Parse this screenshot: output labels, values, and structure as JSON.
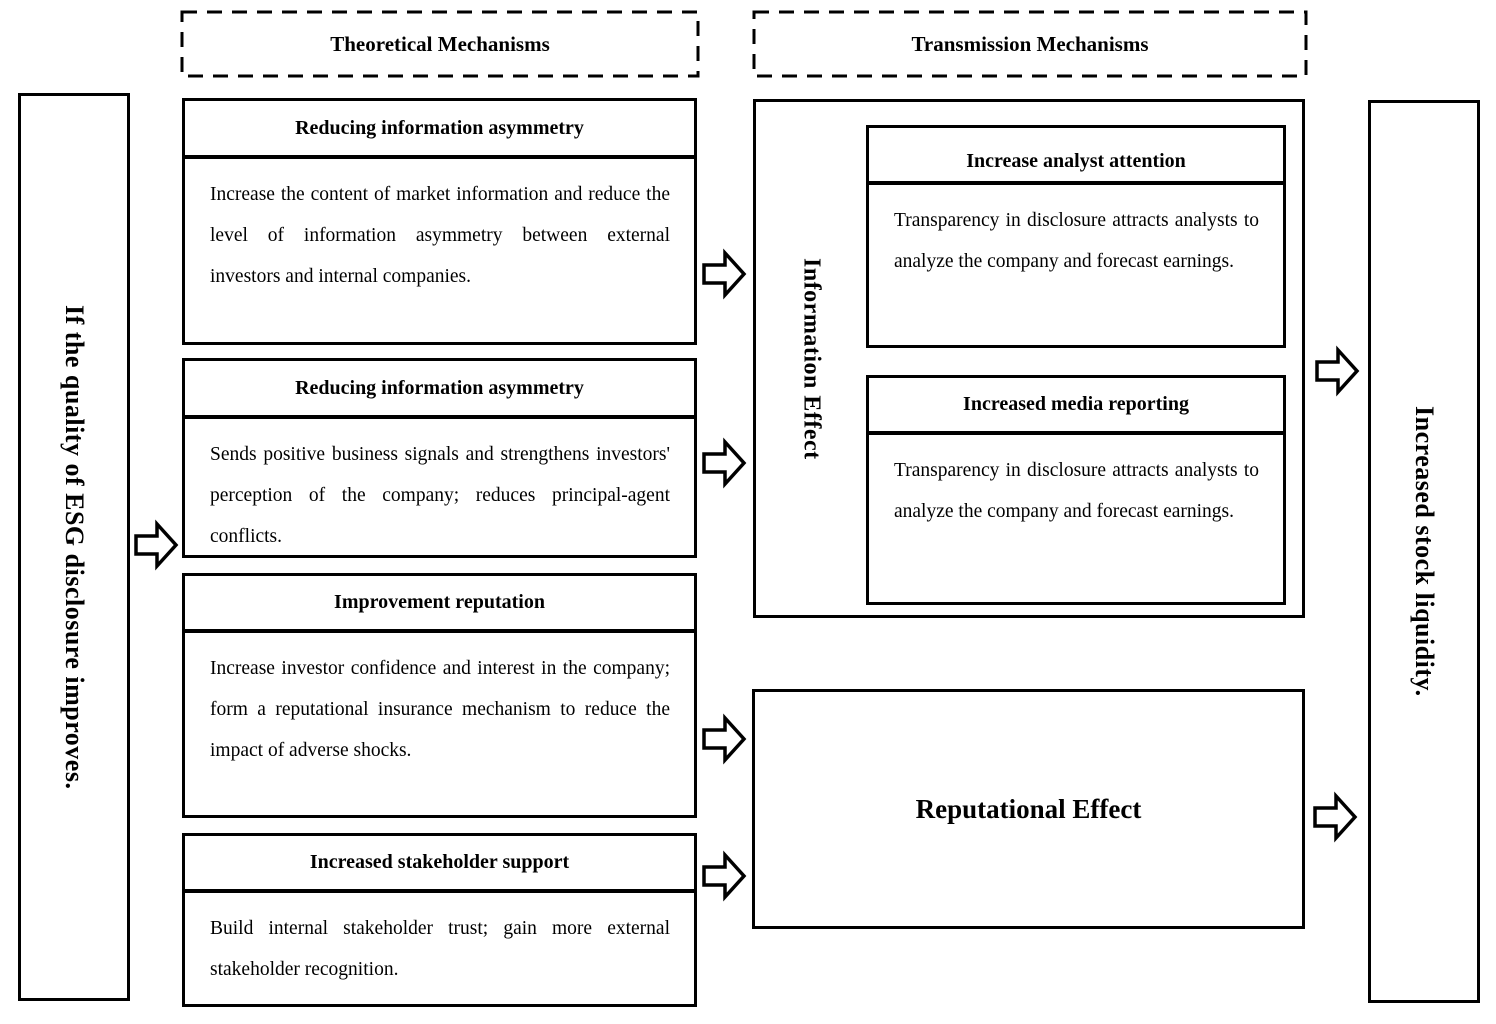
{
  "diagram": {
    "antecedent": {
      "label": "If the quality of ESG disclosure improves."
    },
    "outcome": {
      "label": "Increased stock liquidity."
    },
    "headers": {
      "theoretical": {
        "label": "Theoretical Mechanisms"
      },
      "transmission": {
        "label": "Transmission Mechanisms"
      }
    },
    "theoretical_boxes": [
      {
        "title": "Reducing information asymmetry",
        "body": "Increase the content of market information and reduce the level of information asymmetry between external investors and internal companies."
      },
      {
        "title": "Reducing information asymmetry",
        "body": "Sends positive business signals and strengthens investors' perception of the company; reduces principal-agent conflicts."
      },
      {
        "title": "Improvement reputation",
        "body": "Increase investor confidence and interest in the company; form a reputational insurance mechanism to reduce the impact of adverse shocks."
      },
      {
        "title": "Increased stakeholder support",
        "body": "Build internal stakeholder trust; gain more external stakeholder recognition."
      }
    ],
    "information_effect": {
      "label": "Information Effect",
      "sub_boxes": [
        {
          "title": "Increase analyst attention",
          "body": "Transparency in disclosure attracts analysts to analyze the company and forecast earnings."
        },
        {
          "title": "Increased media reporting",
          "body": "Transparency in disclosure attracts analysts to analyze the company and forecast earnings."
        }
      ]
    },
    "reputational_effect": {
      "label": "Reputational Effect"
    },
    "colors": {
      "line": "#000000",
      "background": "#ffffff"
    }
  }
}
